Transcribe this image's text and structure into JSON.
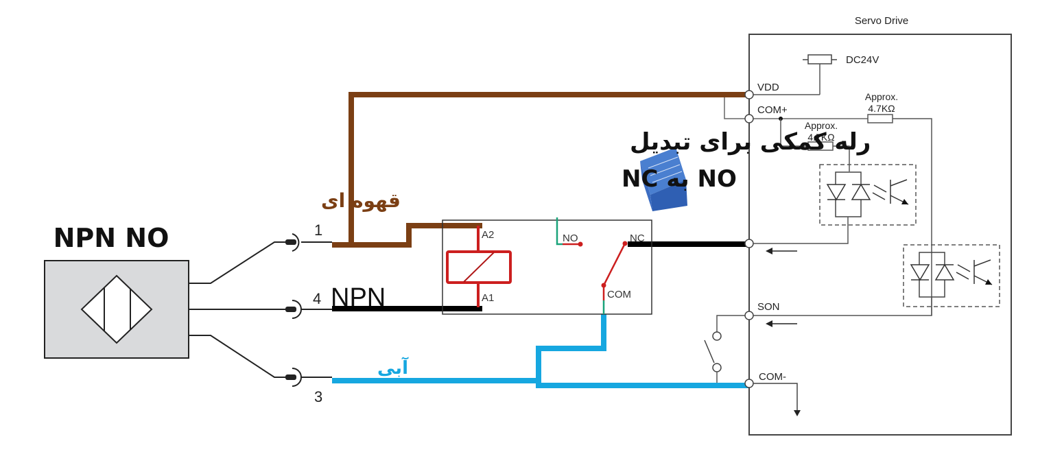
{
  "sensor": {
    "title": "NPN NO",
    "pins": {
      "pin1": "1",
      "pin4": "4",
      "pin3": "3"
    },
    "pin4_label": "NPN"
  },
  "wire_labels": {
    "brown": "قهوه ای",
    "blue": "آبی"
  },
  "relay_caption": {
    "line1": "رله کمکی برای تبدیل",
    "line2": "NO به NC"
  },
  "relay": {
    "a2": "A2",
    "a1": "A1",
    "no": "NO",
    "nc": "NC",
    "com": "COM"
  },
  "servo": {
    "title": "Servo Drive",
    "supply": "DC24V",
    "terminals": {
      "vdd": "VDD",
      "com_plus": "COM+",
      "son": "SON",
      "com_minus": "COM-"
    },
    "resistor1": {
      "line1": "Approx.",
      "line2": "4.7KΩ"
    },
    "resistor2": {
      "line1": "Approx.",
      "line2": "4.7KΩ"
    }
  },
  "colors": {
    "brown_wire": "#7b3f14",
    "blue_wire": "#16a7e0",
    "black_wire": "#000000",
    "relay_red": "#cc1f1f",
    "relay_green": "#1aa37a",
    "sensor_fill": "#d9dadc"
  }
}
